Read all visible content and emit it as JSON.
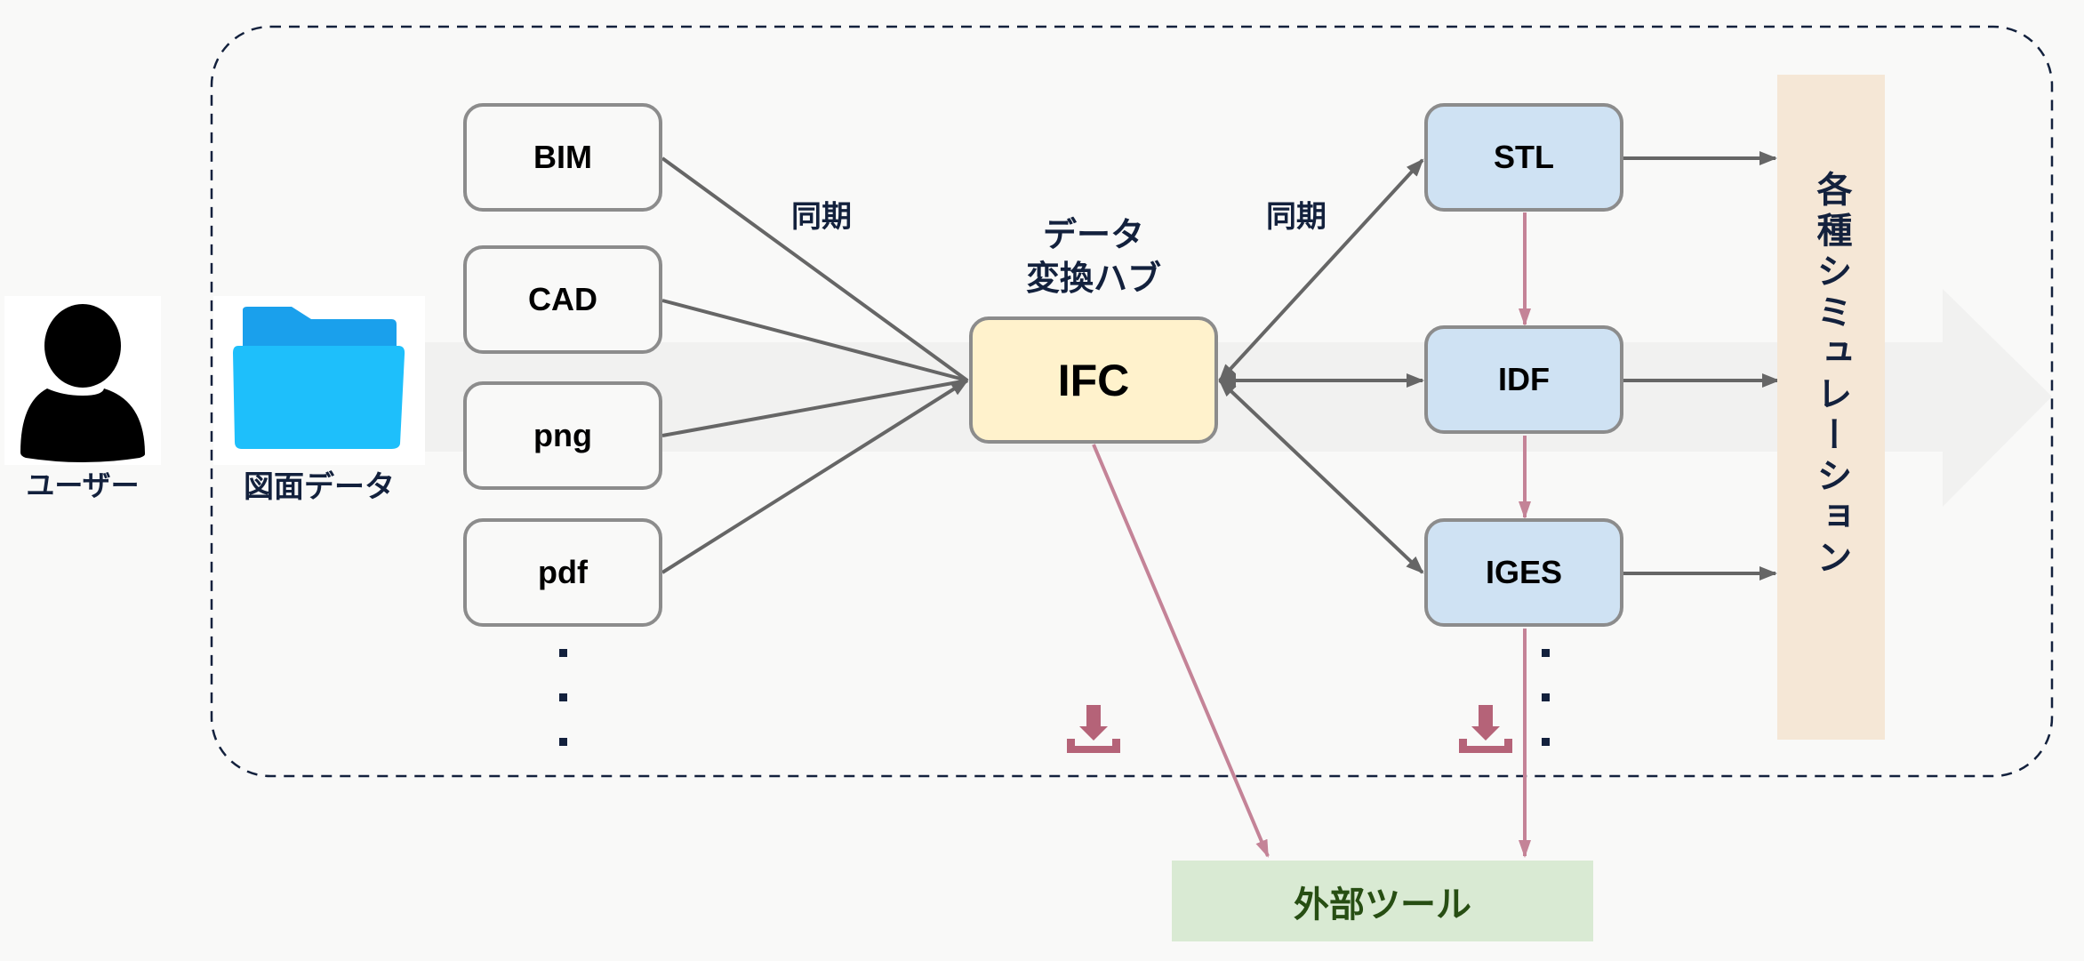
{
  "actors": {
    "user_label": "ユーザー",
    "drawing_data_label": "図面データ"
  },
  "inputs": [
    {
      "label": "BIM"
    },
    {
      "label": "CAD"
    },
    {
      "label": "png"
    },
    {
      "label": "pdf"
    }
  ],
  "sync_label_left": "同期",
  "sync_label_right": "同期",
  "hub": {
    "caption_line1": "データ",
    "caption_line2": "変換ハブ",
    "label": "IFC"
  },
  "outputs": [
    {
      "label": "STL"
    },
    {
      "label": "IDF"
    },
    {
      "label": "IGES"
    }
  ],
  "simulation_label": "各種シミュレーション",
  "external_tool_label": "外部ツール",
  "icons": {
    "user": "user-silhouette-icon",
    "folder": "folder-icon",
    "download": "download-icon",
    "more": "vertical-ellipsis-icon"
  },
  "colors": {
    "background": "#f9f9f8",
    "container_border": "#13213d",
    "flow_band": "#f1f1f0",
    "connector": "#666666",
    "export_connector": "#c48397",
    "download_icon": "#b56378",
    "hub_fill": "#fff2cc",
    "output_fill": "#cfe2f3",
    "simulation_fill": "#f5e7d6",
    "external_tool_fill": "#d9ead3",
    "external_tool_text": "#274e13",
    "folder_front": "#1ebffb",
    "folder_back": "#1aa0ec"
  }
}
